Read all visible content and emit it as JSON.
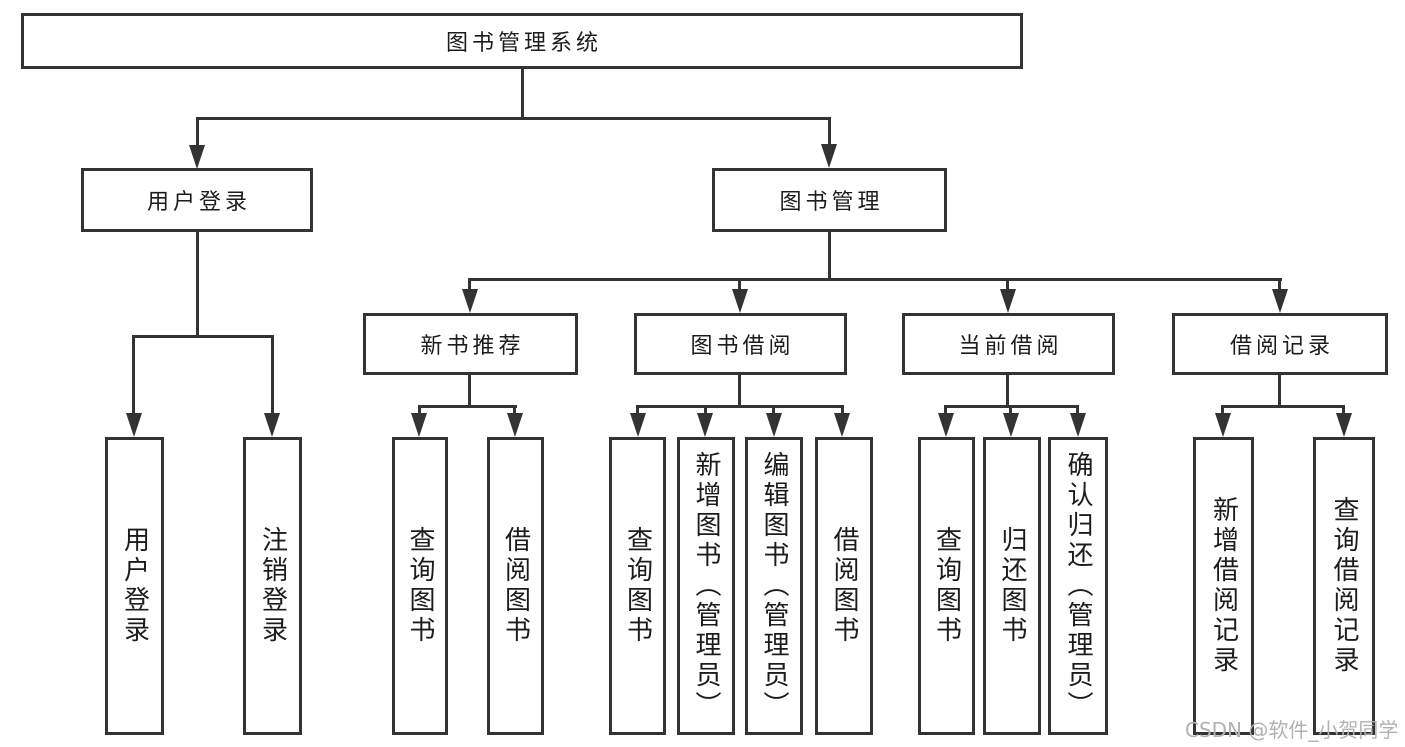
{
  "tree": {
    "root": {
      "label": "图书管理系统"
    },
    "branches": [
      {
        "label": "用户登录",
        "children": [
          {
            "label": "用户登录"
          },
          {
            "label": "注销登录"
          }
        ]
      },
      {
        "label": "图书管理",
        "children": [
          {
            "label": "新书推荐",
            "children": [
              {
                "label": "查询图书"
              },
              {
                "label": "借阅图书"
              }
            ]
          },
          {
            "label": "图书借阅",
            "children": [
              {
                "label": "查询图书"
              },
              {
                "label": "新增图书（管理员）"
              },
              {
                "label": "编辑图书（管理员）"
              },
              {
                "label": "借阅图书"
              }
            ]
          },
          {
            "label": "当前借阅",
            "children": [
              {
                "label": "查询图书"
              },
              {
                "label": "归还图书"
              },
              {
                "label": "确认归还（管理员）"
              }
            ]
          },
          {
            "label": "借阅记录",
            "children": [
              {
                "label": "新增借阅记录"
              },
              {
                "label": "查询借阅记录"
              }
            ]
          }
        ]
      }
    ]
  },
  "watermark": {
    "text": "CSDN @软件_小贺同学",
    "color": "#b2b2b2"
  },
  "colors": {
    "background": "#ffffff",
    "line": "#333333",
    "box_border": "#333333",
    "text": "#1c1c1c"
  }
}
